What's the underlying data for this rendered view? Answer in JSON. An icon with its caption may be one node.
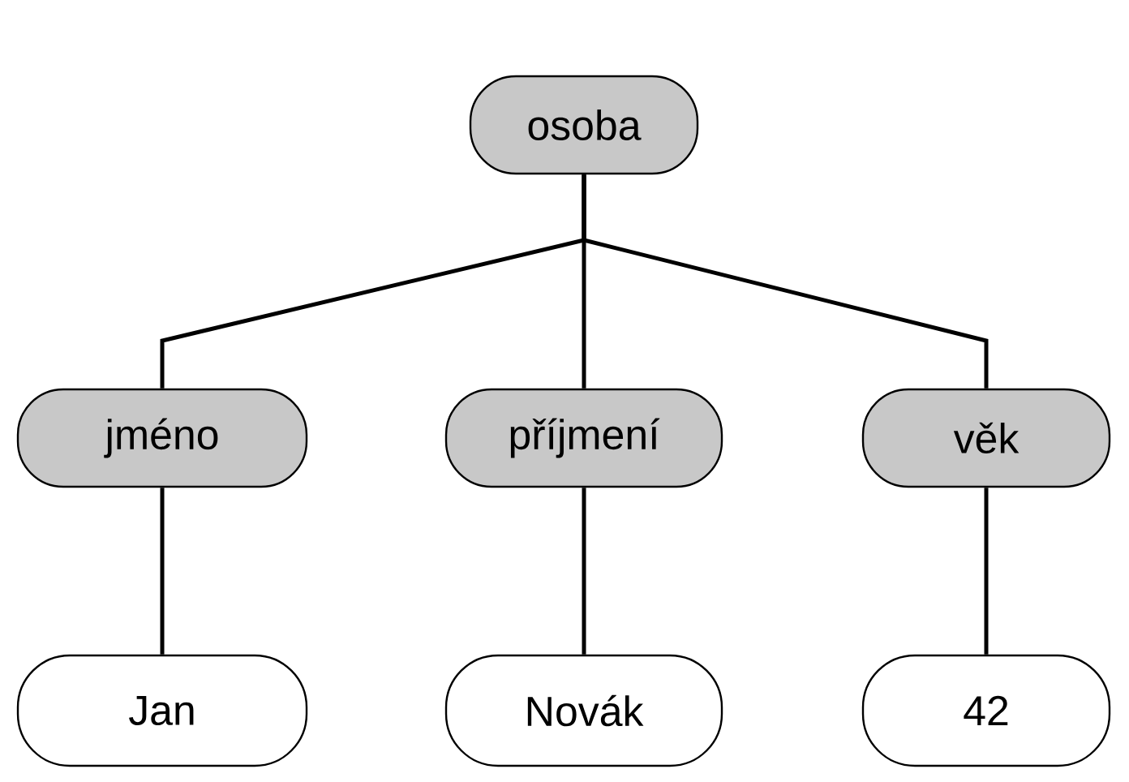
{
  "diagram": {
    "nodes": [
      {
        "text": [
          "osoba"
        ]
      },
      {
        "text": [
          "jméno"
        ]
      },
      {
        "text": [
          "příjmení"
        ]
      },
      {
        "text": [
          "věk"
        ]
      },
      {
        "text": [
          "Jan"
        ]
      },
      {
        "text": [
          "Novák"
        ]
      },
      {
        "text": [
          "42"
        ]
      }
    ],
    "edges": [
      {
        "from": 0,
        "to": 1,
        "arrow": "none"
      },
      {
        "from": 0,
        "to": 2,
        "arrow": "none"
      },
      {
        "from": 0,
        "to": 3,
        "arrow": "none"
      },
      {
        "from": 1,
        "to": 4,
        "arrow": "none"
      },
      {
        "from": 2,
        "to": 5,
        "arrow": "none"
      },
      {
        "from": 3,
        "to": 6,
        "arrow": "none"
      }
    ]
  }
}
